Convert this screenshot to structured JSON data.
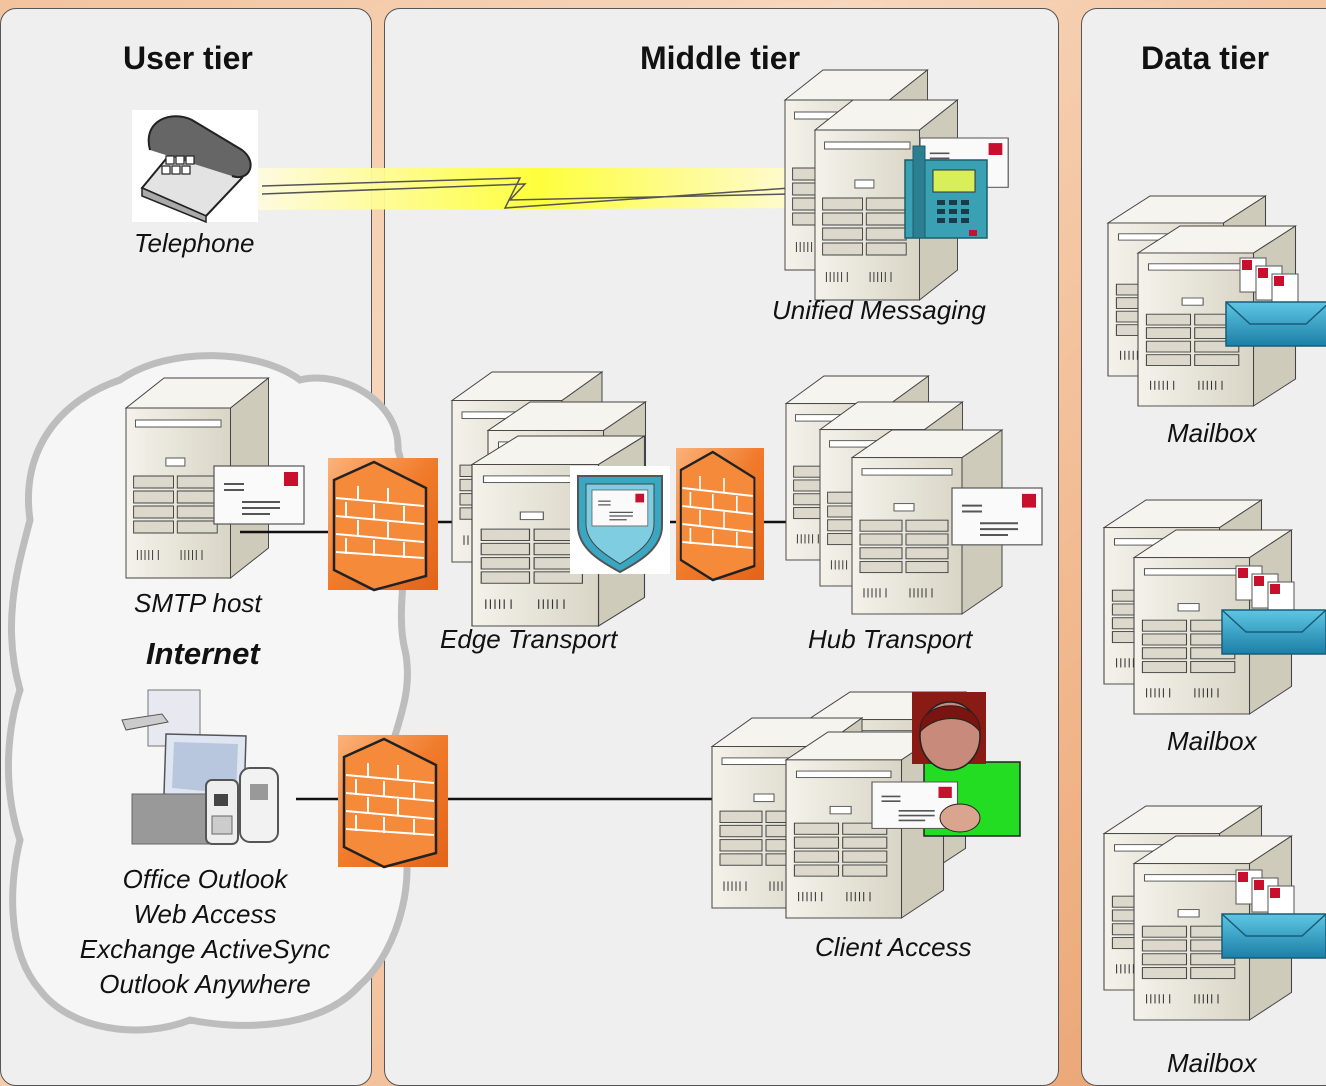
{
  "tiers": {
    "user": "User tier",
    "middle": "Middle tier",
    "data": "Data tier"
  },
  "labels": {
    "telephone": "Telephone",
    "unified_messaging": "Unified Messaging",
    "smtp_host": "SMTP host",
    "internet": "Internet",
    "clients": [
      "Office Outlook",
      "Web Access",
      "Exchange ActiveSync",
      "Outlook Anywhere"
    ],
    "edge_transport": "Edge Transport",
    "hub_transport": "Hub Transport",
    "client_access": "Client Access",
    "mailbox_1": "Mailbox",
    "mailbox_2": "Mailbox",
    "mailbox_3": "Mailbox"
  },
  "colors": {
    "panel": "#efefef",
    "firewall": "#f07a2a",
    "lightning": "#ffff33",
    "server": "#e9e6dc",
    "envelope_flag": "#c8102e",
    "mailbox_tray": "#2a9fc7",
    "user_shirt": "#22dd22",
    "user_hair": "#8a1a14"
  },
  "icons": [
    "telephone-icon",
    "server-icon",
    "firewall-icon",
    "envelope-icon",
    "shield-icon",
    "mailbox-tray-icon",
    "user-icon",
    "laptop-icon",
    "phone-device-icon",
    "cloud-icon"
  ]
}
